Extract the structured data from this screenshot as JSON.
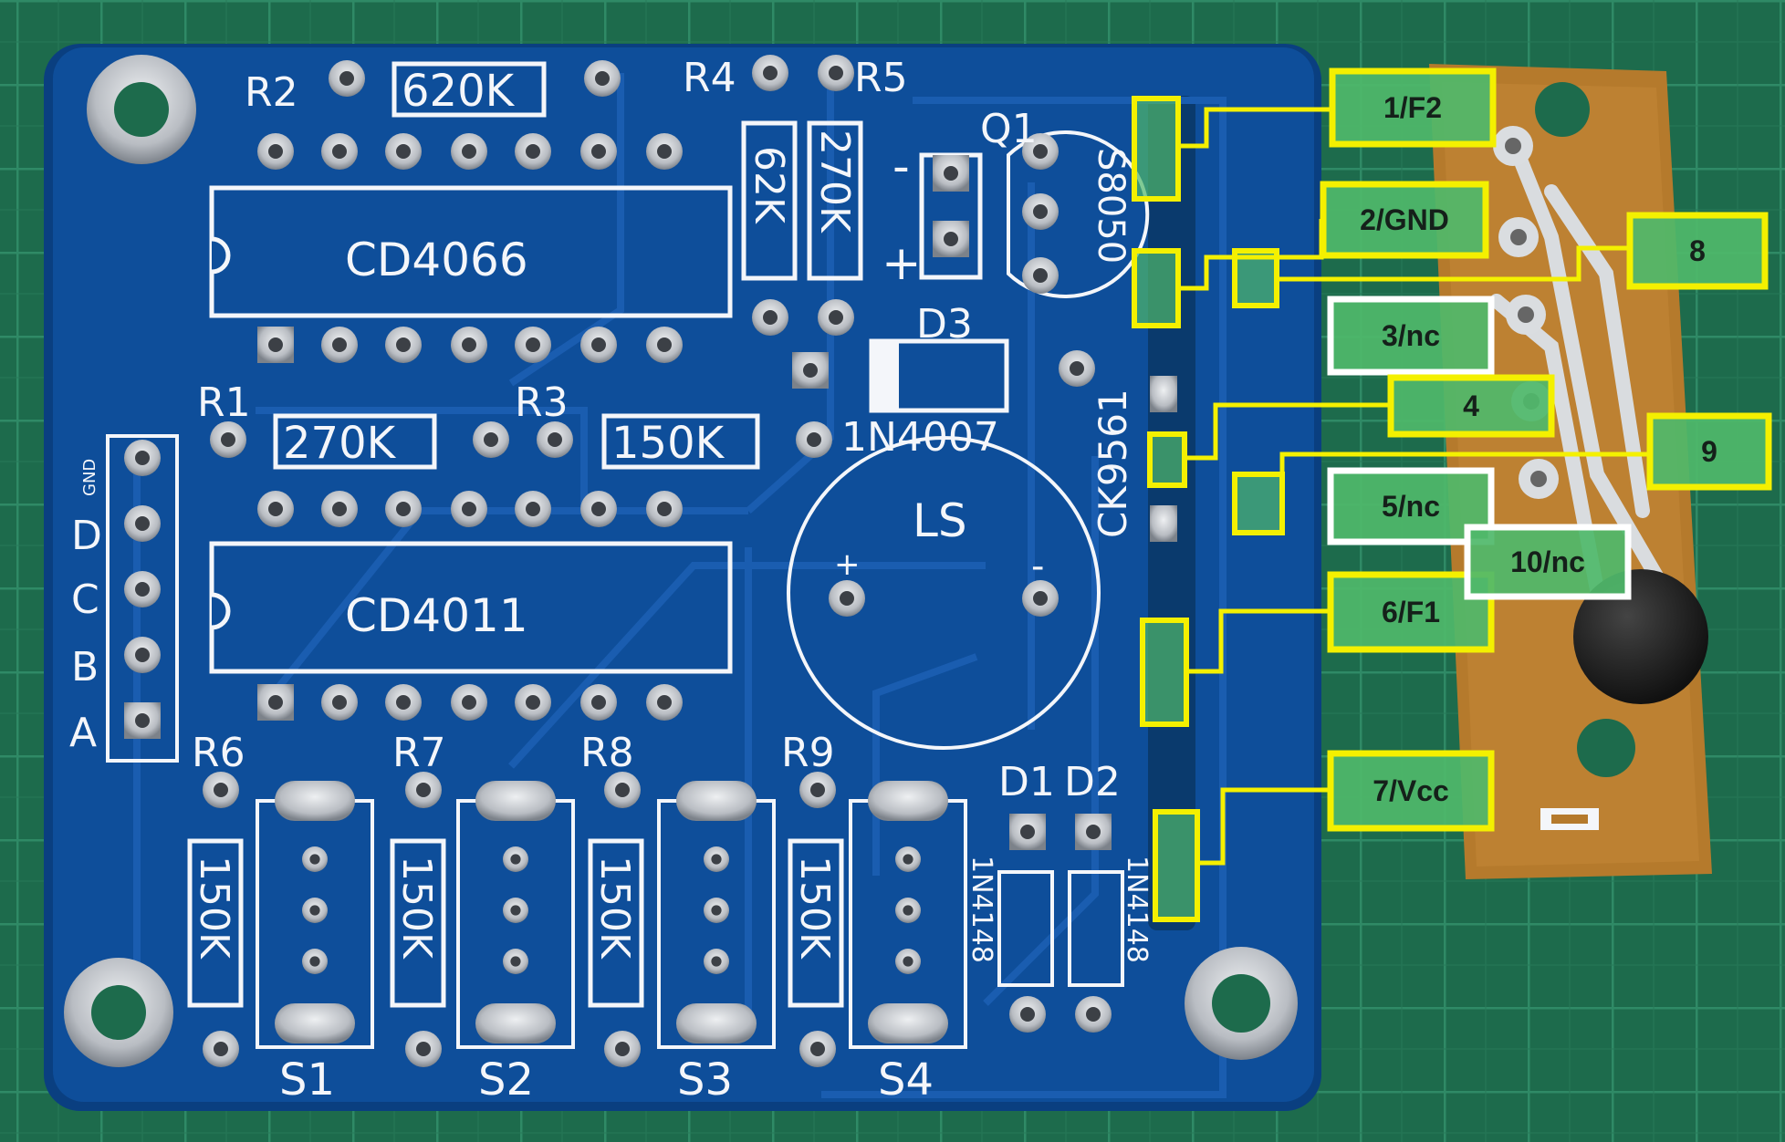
{
  "colors": {
    "mat": "#1d6b4c",
    "mat_grid": "#2f8a66",
    "board": "#0e4e9a",
    "board_dark": "#0a3f80",
    "trace": "#1a5db0",
    "silkscreen": "#f4f6fa",
    "pad_silver": "#c9ccd1",
    "module_board": "#b57a2c",
    "callout_yellow": "#f4f000",
    "callout_white": "#ffffff",
    "callout_fill": "#4fb86a"
  },
  "board": {
    "ic1_label": "CD4066",
    "ic2_label": "CD4011",
    "r2_label": "R2",
    "r2_value": "620K",
    "r4_label": "R4",
    "r4_value": "62K",
    "r5_label": "R5",
    "r5_value": "270K",
    "r1_label": "R1",
    "r1_value": "270K",
    "r3_label": "R3",
    "r3_value": "150K",
    "q1_label": "Q1",
    "q1_part": "S8050",
    "d3_label": "D3",
    "d3_part": "1N4007",
    "ck_label": "CK9561",
    "speaker_label": "LS",
    "speaker_plus": "+",
    "speaker_minus": "-",
    "jp_plus": "+",
    "jp_minus": "-",
    "header_labels": [
      "GND",
      "D",
      "C",
      "B",
      "A"
    ],
    "r6_label": "R6",
    "r7_label": "R7",
    "r8_label": "R8",
    "r9_label": "R9",
    "r_bottom_value": "150K",
    "switch_labels": [
      "S1",
      "S2",
      "S3",
      "S4"
    ],
    "d1_label": "D1",
    "d2_label": "D2",
    "diode_part": "1N4148"
  },
  "callouts": [
    {
      "text": "1/F2",
      "style": "yellow"
    },
    {
      "text": "2/GND",
      "style": "yellow"
    },
    {
      "text": "3/nc",
      "style": "white"
    },
    {
      "text": "4",
      "style": "yellow"
    },
    {
      "text": "5/nc",
      "style": "white"
    },
    {
      "text": "6/F1",
      "style": "yellow"
    },
    {
      "text": "7/Vcc",
      "style": "yellow"
    },
    {
      "text": "8",
      "style": "yellow"
    },
    {
      "text": "9",
      "style": "yellow"
    },
    {
      "text": "10/nc",
      "style": "white"
    }
  ]
}
